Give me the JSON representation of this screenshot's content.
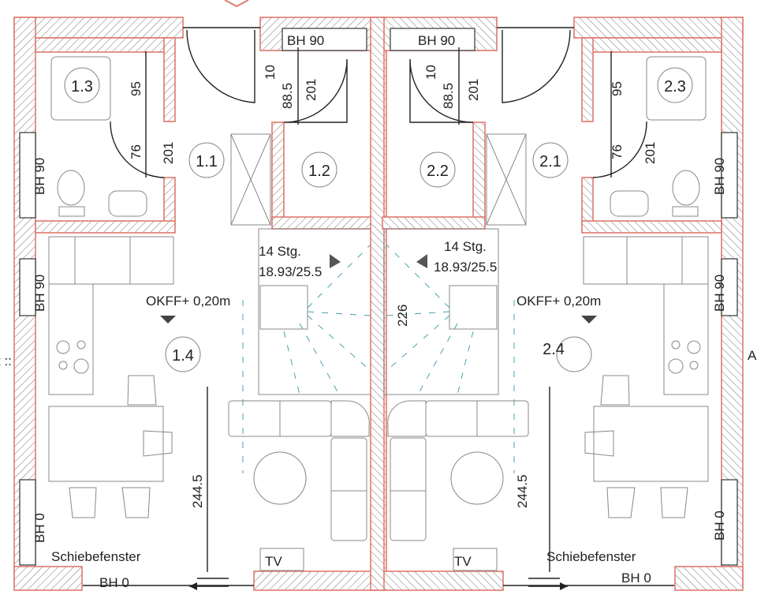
{
  "plan": {
    "colors": {
      "wall_outline": "#e07a70",
      "lines": "#222222",
      "stair_guides": "#4aa0b0"
    },
    "rooms_left": [
      "1.1",
      "1.2",
      "1.3",
      "1.4"
    ],
    "rooms_right": [
      "2.1",
      "2.2",
      "2.3",
      "2.4"
    ],
    "window_top": "BH 90",
    "window_side_upper": "BH 90",
    "window_side_middle": "BH 90",
    "window_side_lower": "BH 0",
    "sliding_window": "Schiebefenster",
    "sliding_window_height": "BH 0",
    "stairs_steps": "14 Stg.",
    "stairs_ratio": "18.93/25.5",
    "floor_level": "OKFF+ 0,20m",
    "tv": "TV",
    "dims": {
      "bath_upper": "95",
      "bath_door_width": "76",
      "bath_door_height": "201",
      "entry_10": "10",
      "entry_width": "88.5",
      "entry_height": "201",
      "living_depth": "244.5",
      "stair_dim": "226"
    },
    "edge_left": "t ::",
    "edge_right": "A"
  }
}
